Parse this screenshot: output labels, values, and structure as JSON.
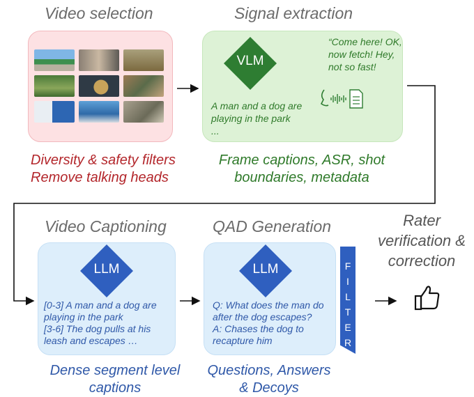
{
  "stages": {
    "video_selection": {
      "title": "Video selection",
      "caption_line1": "Diversity & safety filters",
      "caption_line2": "Remove talking heads"
    },
    "signal_extraction": {
      "title": "Signal extraction",
      "model": "VLM",
      "quote_line1": "“Come here! OK,",
      "quote_line2": "now fetch! Hey,",
      "quote_line3": "not so fast!",
      "frame_caption_line1": "A man and a dog are",
      "frame_caption_line2": "playing in the park",
      "frame_caption_line3": "...",
      "caption_line1": "Frame captions, ASR, shot",
      "caption_line2": "boundaries, metadata"
    },
    "video_captioning": {
      "title": "Video Captioning",
      "model": "LLM",
      "text_line1": "[0-3] A man and a dog are",
      "text_line2": "playing in the park",
      "text_line3": "[3-6] The dog pulls at his",
      "text_line4": "leash and escapes  …",
      "caption_line1": "Dense segment level",
      "caption_line2": "captions"
    },
    "qad_generation": {
      "title": "QAD Generation",
      "model": "LLM",
      "text_line1": "Q: What does the man do",
      "text_line2": "after the dog escapes?",
      "text_line3": "A: Chases the dog to",
      "text_line4": "recapture him",
      "caption_line1": "Questions, Answers",
      "caption_line2": "& Decoys"
    },
    "filter": {
      "letters": [
        "F",
        "I",
        "L",
        "T",
        "E",
        "R"
      ]
    },
    "rater": {
      "line1": "Rater",
      "line2": "verification &",
      "line3": "correction"
    }
  },
  "icons": {
    "thumbs_up": "thumbs-up-icon",
    "speech_to_text": "speech-to-text-icon"
  },
  "colors": {
    "pink_box": "#fde1e3",
    "green_box": "#ddf2d6",
    "blue_box": "#ddeefb",
    "vlm_diamond": "#2e7d32",
    "llm_diamond": "#2f5fbf",
    "filter": "#2f5fbf",
    "red_text": "#b3262b",
    "green_text": "#2f7a2a",
    "blue_text": "#2f58a8"
  }
}
